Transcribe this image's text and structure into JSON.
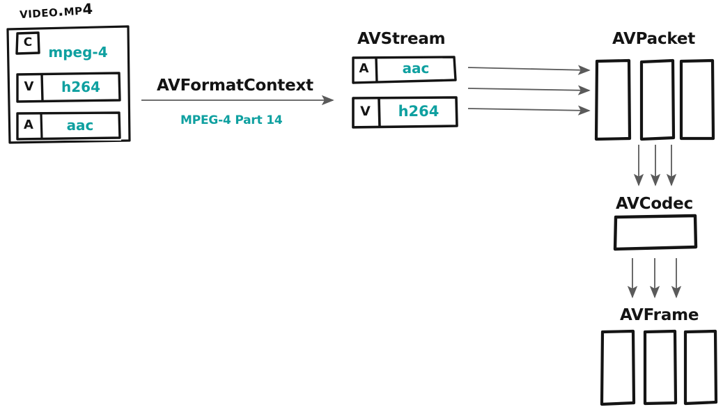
{
  "diagram": {
    "title_handwritten": "video.mp4",
    "background_color": "#ffffff",
    "ink_color": "#141414",
    "accent_color": "#0fa0a0",
    "arrow_color": "#5a5a5a"
  },
  "container": {
    "name": "video.mp4",
    "rows": [
      {
        "tag": "C",
        "codec": "mpeg-4"
      },
      {
        "tag": "V",
        "codec": "h264"
      },
      {
        "tag": "A",
        "codec": "aac"
      }
    ]
  },
  "transform": {
    "label": "AVFormatContext",
    "sublabel": "MPEG-4 Part 14"
  },
  "avstream": {
    "title": "AVStream",
    "rows": [
      {
        "tag": "A",
        "codec": "aac"
      },
      {
        "tag": "V",
        "codec": "h264"
      }
    ]
  },
  "avpacket": {
    "title": "AVPacket",
    "count": 3
  },
  "avcodec": {
    "title": "AVCodec",
    "count": 1
  },
  "avframe": {
    "title": "AVFrame",
    "count": 3
  }
}
